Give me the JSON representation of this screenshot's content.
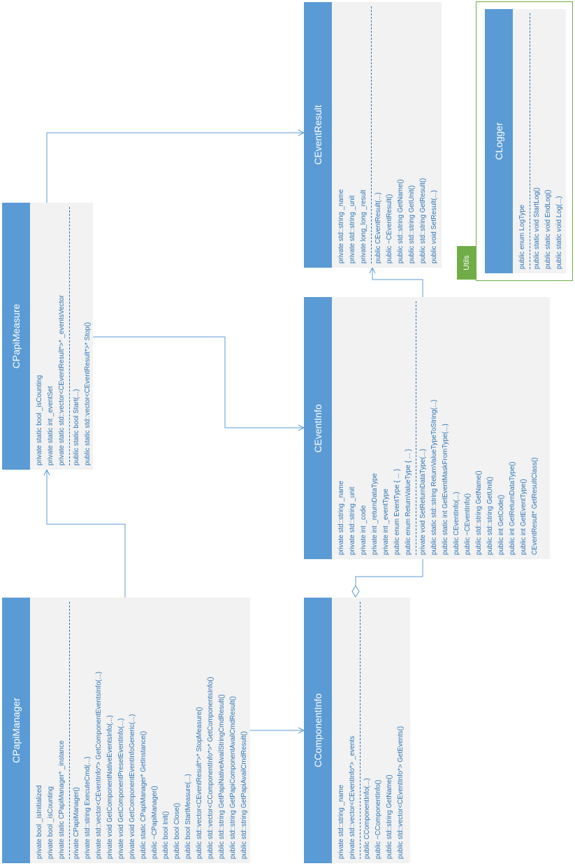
{
  "package": {
    "name": "Utils"
  },
  "colors": {
    "header": "#5b9bd5",
    "body": "#f2f2f2",
    "member_text": "#2e75b6",
    "connector": "#5b9bd5",
    "package_border": "#70ad47"
  },
  "classes": {
    "cpapimanager": {
      "name": "CPapiManager",
      "fields": [
        "private bool _isInitialized",
        "private bool _isCounting",
        "private static CPapiManager* _instance"
      ],
      "methods": [
        "private CPapiManager()",
        "private std::string ExecuteCmd(...)",
        "private std::vector<CEventInfo*> GetComponentEventsInfo(...)",
        "private void GetComponentNativeEventsInfo(...)",
        "private void GetComponentPresetEventInfo(...)",
        "private void GetComponentEventInfoGeneric(...)",
        "public static CPapiManager* GetInstance()",
        "public ~CPapiManager()",
        "public bool Init()",
        "public bool Close()",
        "public bool StartMeasure(...)",
        "public std::vector<CEventResult*>* StopMeasure()",
        "public std::vector<CComponentInfo*>* GetComponentsInfo()",
        "public std::string GetPapiNativeAvailStringCmdResult()",
        "public std::string GetPapiComponentAvailCmdResult()",
        "public std::string GetPapiAvailCmdResult()"
      ]
    },
    "cpapimeasure": {
      "name": "CPapiMeasure",
      "fields": [
        "private static bool _isCounting",
        "private static int _eventSet",
        "private static std::vector<CEventResult*>* _eventsVector"
      ],
      "methods": [
        "public static bool Start(...)",
        "public static std::vector<CEventResult*>* Stop()"
      ]
    },
    "ceventresult": {
      "name": "CEventResult",
      "fields": [
        "private std::string _name",
        "private std::string _unit",
        "private long_long _result"
      ],
      "methods": [
        "public CEventResult(...)",
        "public ~CEventResult()",
        "public std::string GetName()",
        "public std::string GetUnit()",
        "public std::string GetResult()",
        "public void SetResult(...)"
      ]
    },
    "ceventinfo": {
      "name": "CEventInfo",
      "fields": [
        "private std::string _name",
        "private std::string _unit",
        "private int _code",
        "private int _returnDataType",
        "private int _eventType",
        "public enum EventType { ... }",
        "public enum ReturnValueType { ... }"
      ],
      "methods": [
        "private void SetReturnDataType(...)",
        "public static std::string ReturnValueTypeToString(...)",
        "public static int GetEventMaskFromType(...)",
        "public CEventInfo(...)",
        "public ~CEventInfo()",
        "public std::string GetName()",
        "public std::string GetUnit()",
        "public int GetCode()",
        "public int GetReturnDataType()",
        "public int GetEventType()",
        "CEventResult* GetResultClass()"
      ]
    },
    "ccomponentinfo": {
      "name": "CComponentInfo",
      "fields": [
        "private std::string _name",
        "private std::vector<CEventInfo*> _events"
      ],
      "methods": [
        "public CComponentInfo(...)",
        "public ~CComponentInfo()",
        "public std::string GetName()",
        "public std::vector<CEventInfo*> GetEvents()"
      ]
    },
    "clogger": {
      "name": "CLogger",
      "fields": [
        "public enum LogType"
      ],
      "methods": [
        "public static void StartLog()",
        "public static void EndLog()",
        "public static void Log(...)"
      ]
    }
  }
}
